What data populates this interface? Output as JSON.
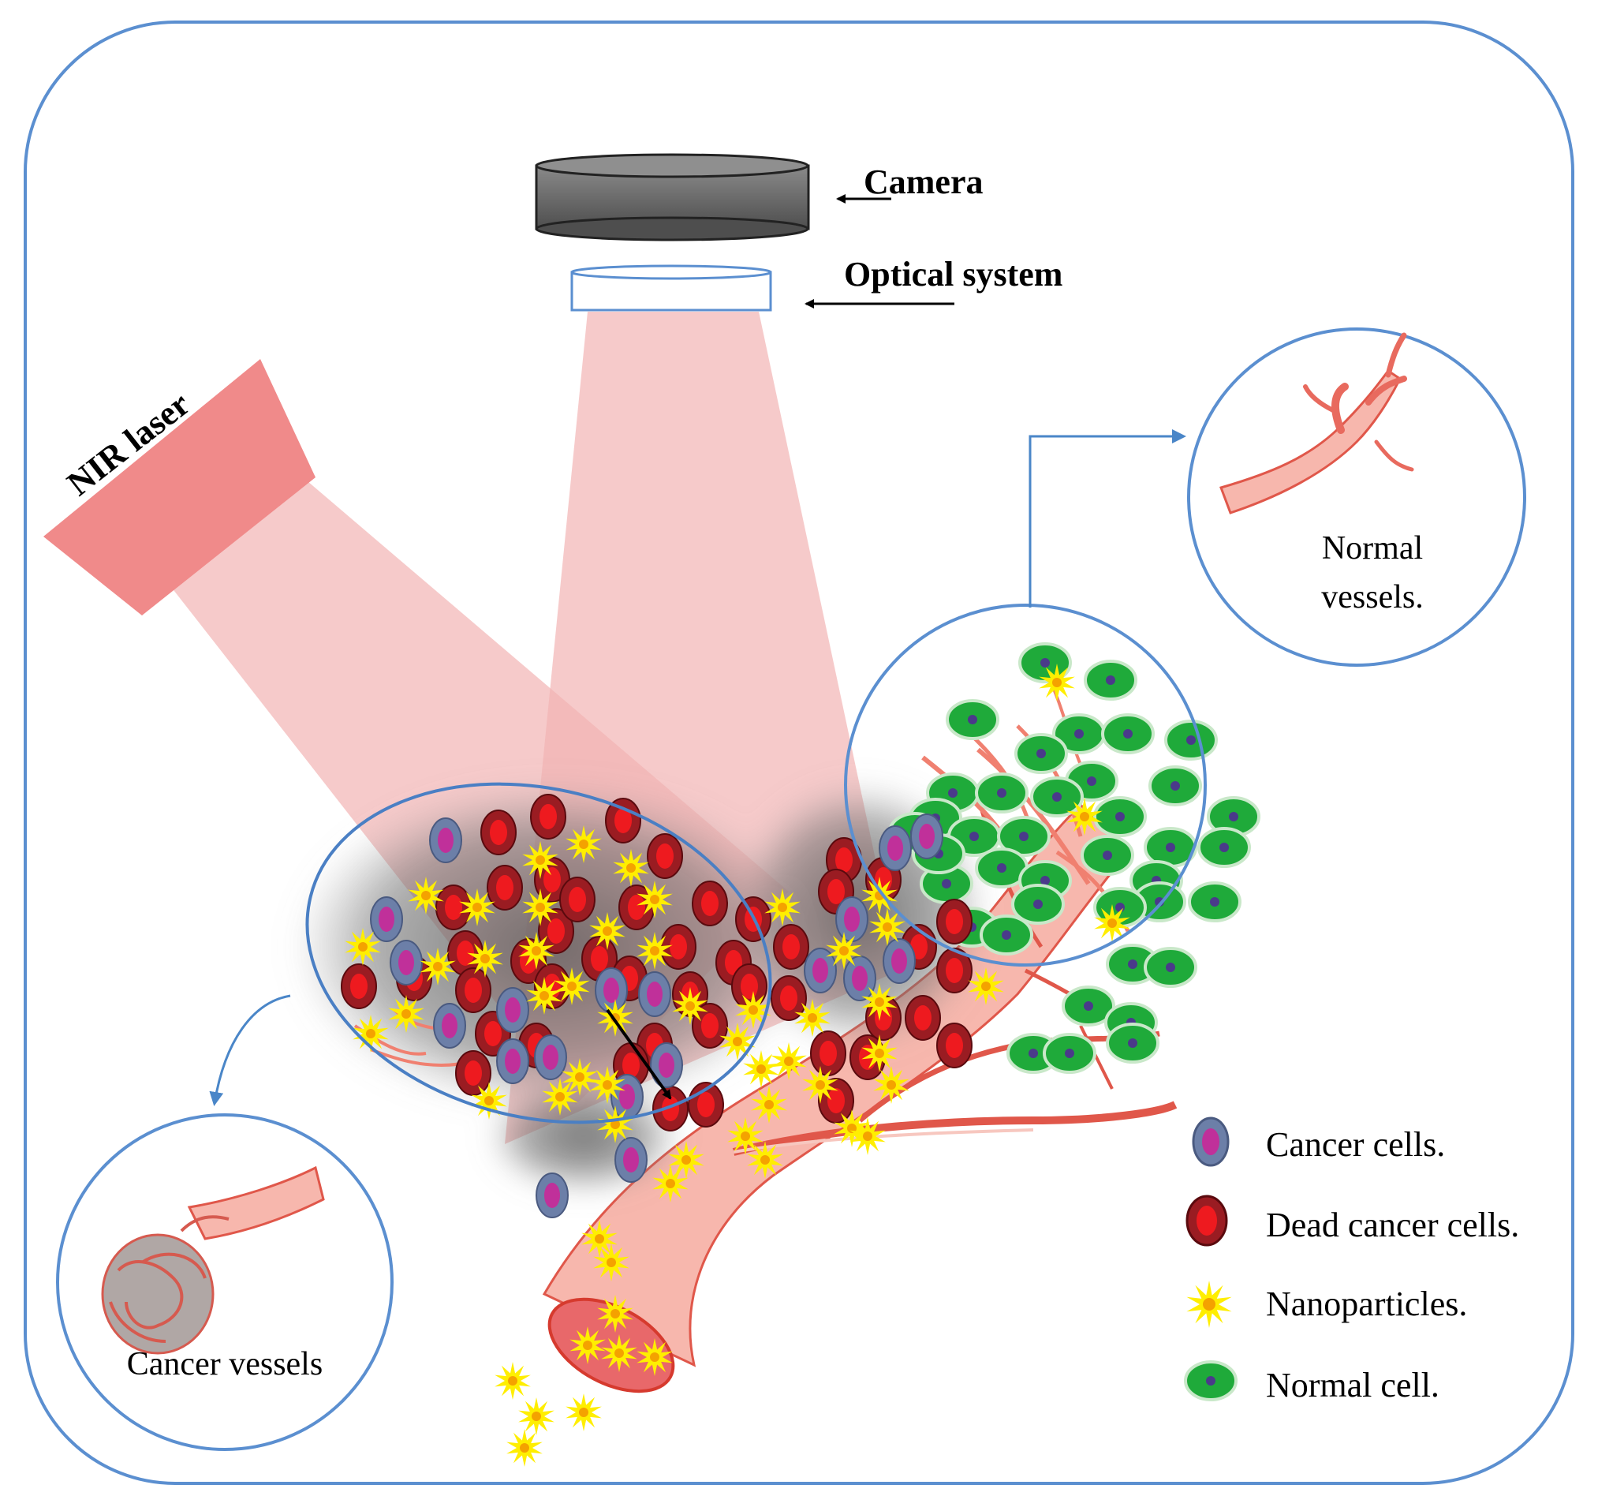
{
  "labels": {
    "camera": "Camera",
    "optical_system": "Optical system",
    "nir_laser": "NIR laser",
    "normal_vessels_line1": "Normal",
    "normal_vessels_line2": "vessels.",
    "cancer_vessels": "Cancer vessels"
  },
  "legend": {
    "items": [
      {
        "key": "cancer",
        "label": "Cancer cells."
      },
      {
        "key": "dead",
        "label": "Dead cancer  cells."
      },
      {
        "key": "nano",
        "label": "Nanoparticles."
      },
      {
        "key": "normal",
        "label": "Normal cell."
      }
    ]
  },
  "colors": {
    "frame": "#5b8fd0",
    "laser": "#f08a8a",
    "beam": "#f2b3b3",
    "camera": "#6b6b6b",
    "vessel": "#f4a39a",
    "vessel_stroke": "#e0574a",
    "cancer_cell": "#c0309a",
    "dead_cell": "#d8141c",
    "nanoparticle": "#ffee00",
    "normal_cell": "#1faa3a"
  },
  "icons": {
    "camera": "camera-device-icon",
    "optical": "optical-lens-icon",
    "laser": "nir-laser-icon"
  }
}
